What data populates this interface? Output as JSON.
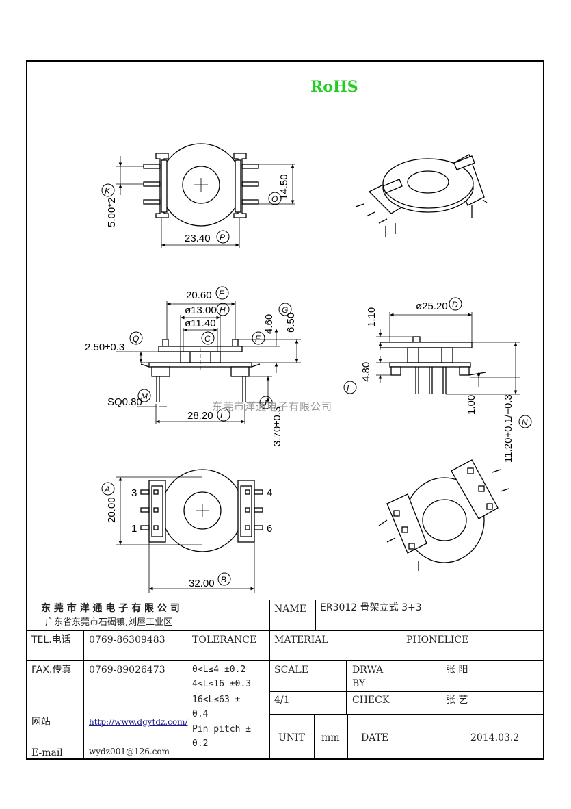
{
  "title_mark": "RoHS",
  "watermark": "东莞市洋通电子有限公司",
  "dimensions": {
    "top_view": {
      "k": "5.00*2",
      "k_letter": "K",
      "o": "14.50",
      "o_letter": "O",
      "p": "23.40",
      "p_letter": "P"
    },
    "side_view": {
      "e": "20.60",
      "e_letter": "E",
      "h": "ø13.00",
      "h_letter": "H",
      "c": "ø11.40",
      "c_letter": "C",
      "f": "4.60",
      "f_letter": "F",
      "g": "6.50",
      "g_letter": "G",
      "q": "2.50±0.3",
      "q_letter": "Q",
      "m": "SQ0.80",
      "m_letter": "M",
      "l": "28.20",
      "l_letter": "L",
      "j": "3.70±0.3",
      "j_letter": "J"
    },
    "front_view": {
      "d": "ø25.20",
      "d_letter": "D",
      "top": "1.10",
      "i": "4.80",
      "i_letter": "I",
      "bottom": "1.00",
      "n": "11.20+0.1/−0.3",
      "n_letter": "N"
    },
    "bottom_view": {
      "a": "20.00",
      "a_letter": "A",
      "b": "32.00",
      "b_letter": "B",
      "pins": [
        "3",
        "1",
        "4",
        "6"
      ]
    }
  },
  "title_block": {
    "company": "东 莞 市 洋 通 电 子 有 限 公 司",
    "address": "广东省东莞市石碣镇,刘屋工业区",
    "name_label": "NAME",
    "name_value": "ER3012 骨架立式 3+3",
    "tel_label": "TEL.电话",
    "tel_value": "0769-86309483",
    "tolerance_label": "TOLERANCE",
    "material_label": "MATERIAL",
    "material_value": "PHONELICE",
    "fax_label": "FAX.传真",
    "fax_value": "0769-89026473",
    "tolerance_lines": [
      "0<L≤4  ±0.2",
      "4<L≤16 ±0.3",
      "16<L≤63 ±",
      "0.4",
      "Pin pitch ±",
      "0.2"
    ],
    "scale_label": "SCALE",
    "drawn_label": "DRWA",
    "drawn_label2": "BY",
    "drawn_value": "张 阳",
    "scale_value": "4/1",
    "check_label": "CHECK",
    "check_value": "张 艺",
    "web_label": "网站",
    "web_value": "http://www.dgytdz.com/",
    "email_label": "E-mail",
    "email_value": "wydz001@126.com",
    "unit_label": "UNIT",
    "unit_value": "mm",
    "date_label": "DATE",
    "date_value": "2014.03.2"
  }
}
